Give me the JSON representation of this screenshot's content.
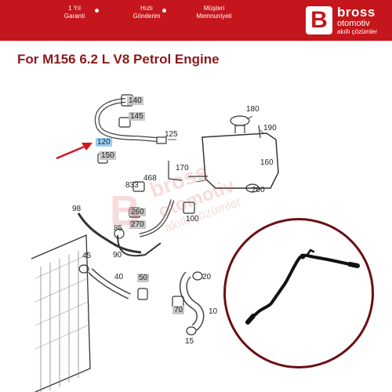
{
  "header": {
    "badges": [
      {
        "line1": "1 Yıl",
        "line2": "Garanti"
      },
      {
        "line1": "Hızlı",
        "line2": "Gönderim"
      },
      {
        "line1": "Müşteri",
        "line2": "Memnuniyeti"
      }
    ],
    "logo_letter": "B",
    "brand_name": "bross",
    "brand_sub": "otomotiv",
    "brand_tagline": "akıllı çözümler",
    "accent_color": "#c4161c"
  },
  "title": "For M156 6.2 L V8 Petrol Engine",
  "diagram": {
    "labels": {
      "l180": "180",
      "l190": "190",
      "l125": "125",
      "l160": "160",
      "l170": "170",
      "l468": "468",
      "l833": "833",
      "l200": "200",
      "l100": "100",
      "l98": "98",
      "l85": "85",
      "l90": "90",
      "l45": "45",
      "l40": "40",
      "l20": "20",
      "l10": "10",
      "l15": "15"
    },
    "tags": {
      "t140": "140",
      "t145": "145",
      "t120": "120",
      "t150": "150",
      "t260": "260",
      "t270": "270",
      "t50": "50",
      "t70": "70"
    },
    "highlight_color": "#9bd0f0",
    "arrow_color": "#d7141a"
  },
  "watermark": {
    "brand": "bross",
    "sub": "otomotiv",
    "tagline": "akıllı çözümler"
  }
}
